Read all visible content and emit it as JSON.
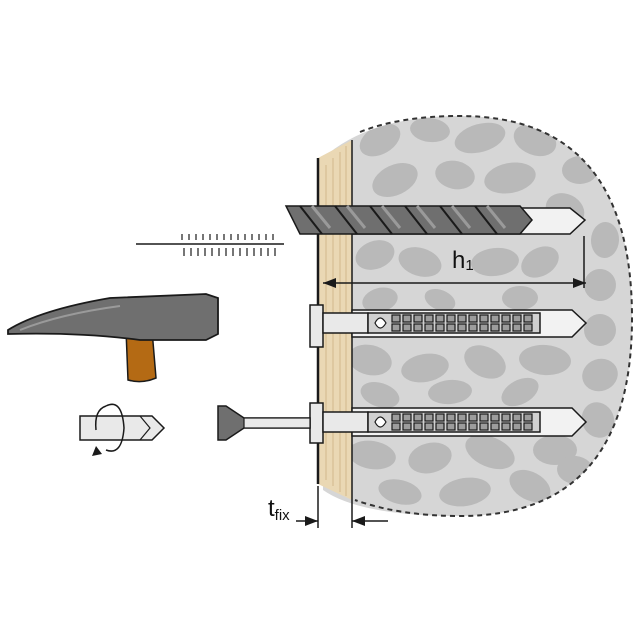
{
  "labels": {
    "h": "h",
    "h_sub": "1",
    "t": "t",
    "t_sub": "fix"
  },
  "colors": {
    "concrete": "#d6d6d6",
    "stone": "#b9b9b9",
    "wood": "#ead8b4",
    "wood_grain": "#d3b98c",
    "steel": "#6f6f6f",
    "plug": "#e9e9e9",
    "handle": "#b46a14",
    "outline": "#1a1a1a"
  },
  "icons": [
    "hammer-icon",
    "rotation-icon",
    "dust-icon",
    "drill-bit-icon",
    "wall-plug-icon",
    "nail-screw-icon"
  ]
}
